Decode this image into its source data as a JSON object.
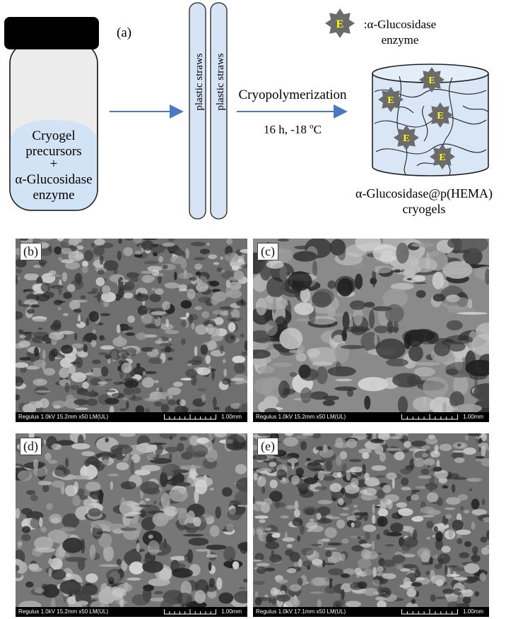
{
  "panel_a": {
    "label": "(a)",
    "vial_text": [
      "Cryogel",
      "precursors",
      "+",
      "α-Glucosidase",
      "enzyme"
    ],
    "straws_label": "plastic straws",
    "process_label": "Cryopolymerization",
    "conditions_prefix": "16 h, -18 ",
    "conditions_sup": "o",
    "conditions_suffix": "C",
    "legend_symbol": "E",
    "legend_text": [
      ":α-Glucosidase",
      "enzyme"
    ],
    "product_text": [
      "α-Glucosidase@p(HEMA)",
      "cryogels"
    ],
    "colors": {
      "arrow": "#4a78c2",
      "straw_fill": "#d6e4f5",
      "vial_liquid": "#d3e3f6",
      "vial_glass": "#ececec",
      "enzyme_star": "#6b6b6b",
      "enzyme_letter": "#ffff00",
      "cap": "#000000"
    }
  },
  "sem_panels": [
    {
      "label": "(b)",
      "info": "Regulus 1.0kV 15.2mm x50 LM(UL)",
      "scale": "1.00mm"
    },
    {
      "label": "(c)",
      "info": "Regulus 1.0kV 15.2mm x50 LM(UL)",
      "scale": "1.00mm"
    },
    {
      "label": "(d)",
      "info": "Regulus 1.0kV 15.2mm x50 LM(UL)",
      "scale": "1.00mm"
    },
    {
      "label": "(e)",
      "info": "Regulus 1.0kV 17.1mm x50 LM(UL)",
      "scale": "1.00mm"
    }
  ]
}
